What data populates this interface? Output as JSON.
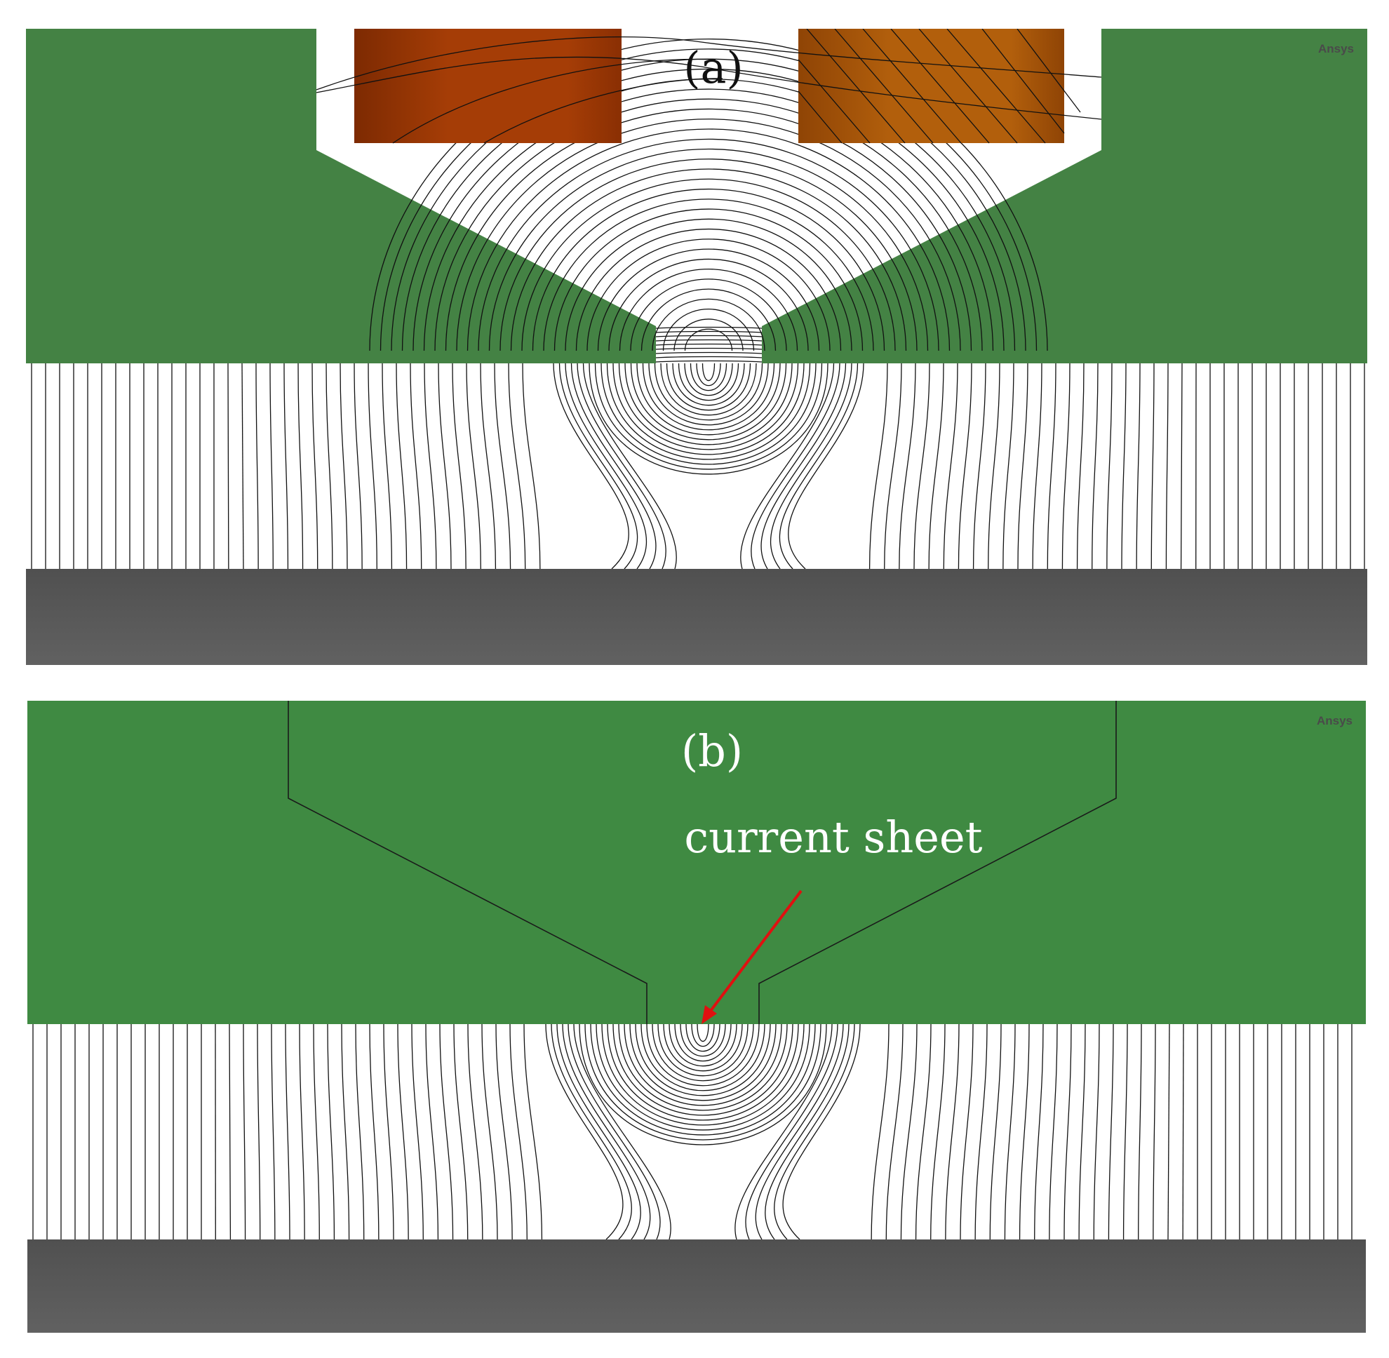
{
  "panels": [
    {
      "label": "(a)",
      "brand": "Ansys"
    },
    {
      "label": "(b)",
      "brand": "Ansys",
      "annotation": "current sheet"
    }
  ],
  "colors": {
    "core": "#448244",
    "core_b": "#3f8a42",
    "coil_left": "#a33d06",
    "coil_right": "#b05e0a",
    "plate": "#5c5c5c",
    "arrow": "#e01010",
    "field_lines": "#111111"
  }
}
